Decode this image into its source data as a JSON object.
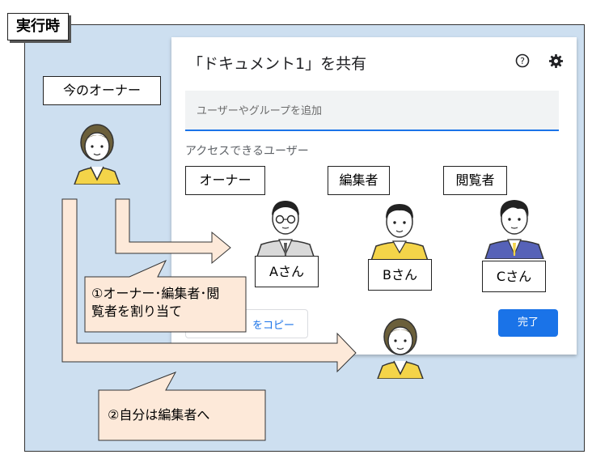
{
  "tag": "実行時",
  "owner_label": "今のオーナー",
  "dialog": {
    "title": "「ドキュメント1」を共有",
    "help_icon": "help-circle-icon",
    "settings_icon": "gear-icon",
    "search_placeholder": "ユーザーやグループを追加",
    "access_label": "アクセスできるユーザー",
    "copy_link_label": "をコピー",
    "done_label": "完了",
    "accent": "#1a73e8"
  },
  "roles": {
    "owner": "オーナー",
    "editor": "編集者",
    "viewer": "閲覧者"
  },
  "users": {
    "a": "Aさん",
    "b": "Bさん",
    "c": "Cさん"
  },
  "notes": {
    "assign_line1": "①オーナー･編集者･閲",
    "assign_line2": "覧者を割り当て",
    "self": "②自分は編集者へ"
  },
  "colors": {
    "background": "#cddff0",
    "callout": "#fde9d9",
    "arrow": "#fde9d9",
    "jacket_yellow": "#f4d449",
    "suit_navy": "#5662b8"
  }
}
